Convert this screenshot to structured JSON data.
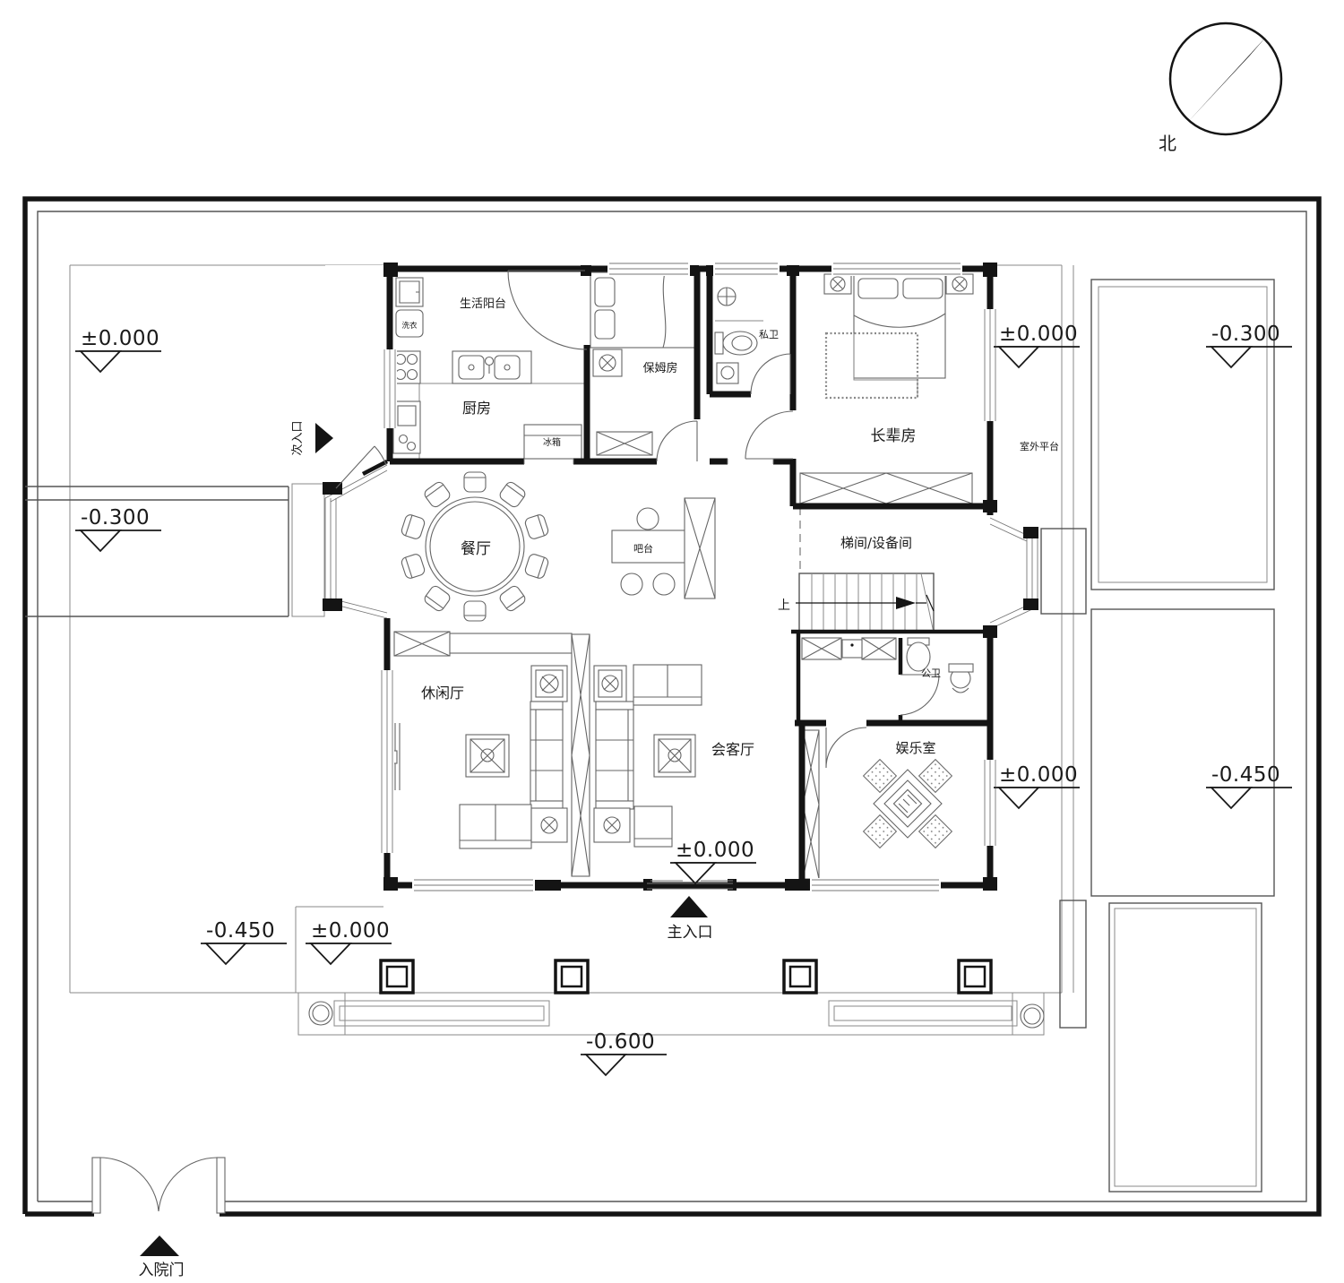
{
  "page": {
    "background": "#ffffff",
    "ink": "#141414",
    "thin_line": "#8a8a8a"
  },
  "compass": {
    "north_label": "北"
  },
  "rooms": {
    "balcony": "生活阳台",
    "laundry": "洗衣",
    "kitchen": "厨房",
    "fridge": "冰箱",
    "nanny": "保姆房",
    "private_bath": "私卫",
    "elder": "长辈房",
    "outdoor_platform": "室外平台",
    "dining": "餐厅",
    "bar": "吧台",
    "stair_room": "梯间/设备间",
    "up": "上",
    "public_bath": "公卫",
    "leisure": "休闲厅",
    "reception": "会客厅",
    "entertainment": "娱乐室"
  },
  "entrances": {
    "main": "主入口",
    "secondary": "次入口",
    "gate": "入院门"
  },
  "elevations": [
    {
      "value": "±0.000",
      "location": "courtyard-top-left"
    },
    {
      "value": "-0.300",
      "location": "courtyard-left"
    },
    {
      "value": "±0.000",
      "location": "terrace-right-of-elder-room"
    },
    {
      "value": "-0.300",
      "location": "planting-bed-top-right"
    },
    {
      "value": "±0.000",
      "location": "terrace-right-of-entertainment"
    },
    {
      "value": "-0.450",
      "location": "planting-bed-right"
    },
    {
      "value": "±0.000",
      "location": "main-entrance"
    },
    {
      "value": "-0.450",
      "location": "courtyard-bottom-left"
    },
    {
      "value": "±0.000",
      "location": "porch-bottom-left"
    },
    {
      "value": "-0.600",
      "location": "courtyard-bottom"
    }
  ]
}
